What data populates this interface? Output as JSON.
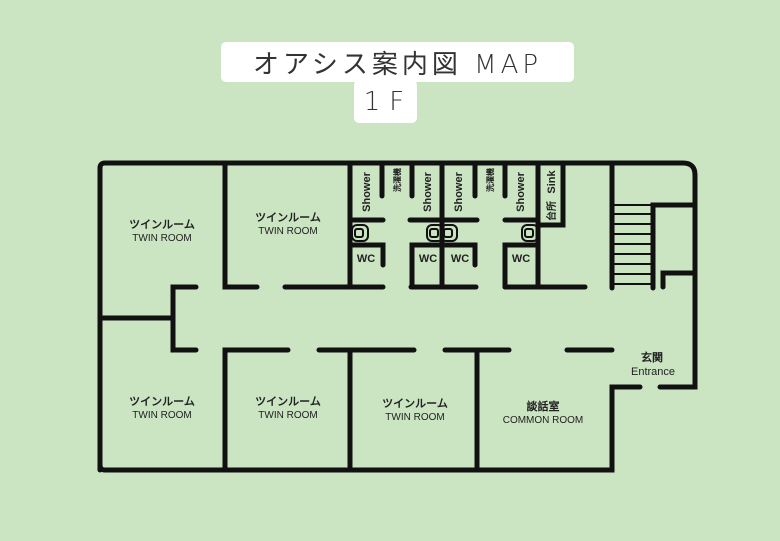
{
  "title": "オアシス案内図 MAP",
  "floor": "1F",
  "rooms": {
    "twin_jp": "ツインルーム",
    "twin_en": "TWIN ROOM",
    "common_jp": "談話室",
    "common_en": "COMMON ROOM",
    "entrance_jp": "玄関",
    "entrance_en": "Entrance"
  },
  "facilities": {
    "shower": "Shower",
    "laundry": "洗濯機",
    "wc": "WC",
    "kitchen_jp": "台所",
    "sink": "Sink"
  },
  "colors": {
    "background": "#cbe4c2",
    "walls": "#111111"
  }
}
